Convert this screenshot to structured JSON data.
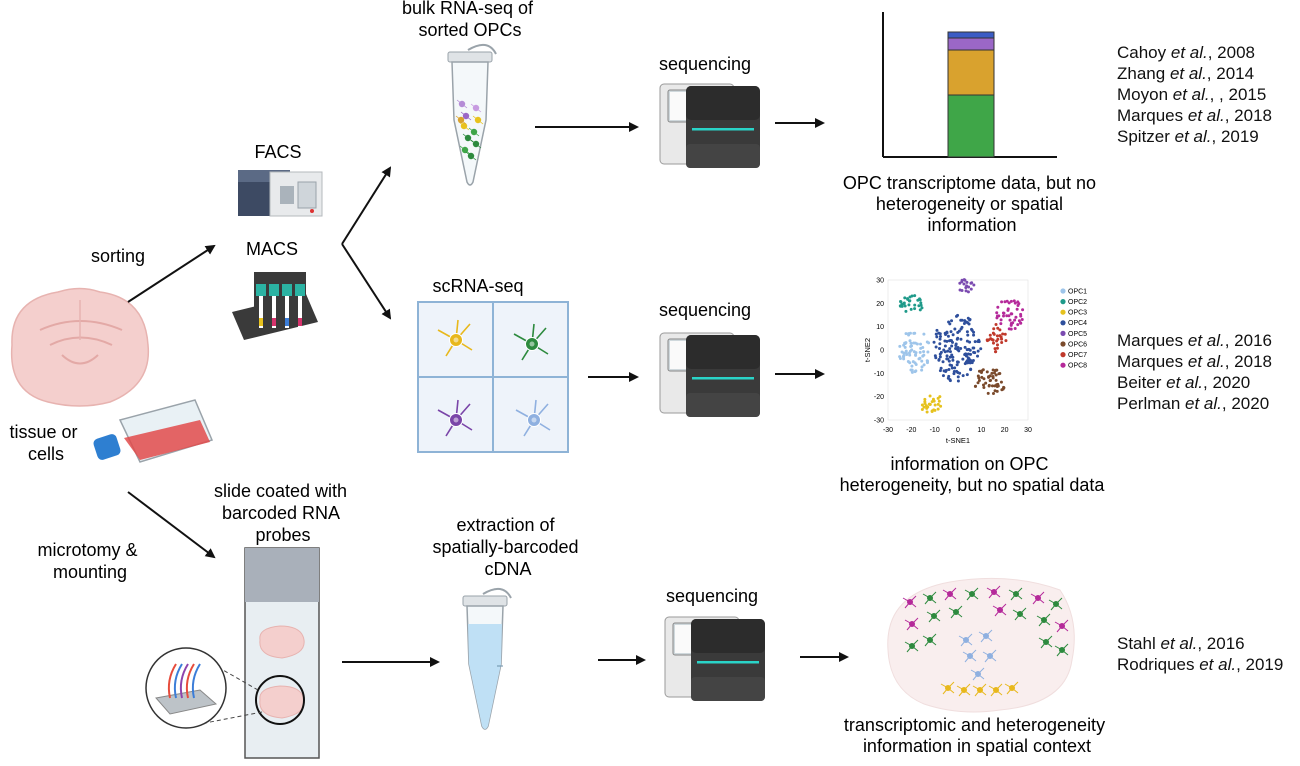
{
  "labels": {
    "sorting": "sorting",
    "tissue": "tissue or\ncells",
    "facs": "FACS",
    "macs": "MACS",
    "microtomy": "microtomy &\nmounting",
    "bulk": "bulk RNA-seq of\nsorted OPCs",
    "scrna": "scRNA-seq",
    "slide": "slide coated with\nbarcoded RNA\nprobes",
    "extraction": "extraction of\nspatially-barcoded\ncDNA",
    "seq1": "sequencing",
    "seq2": "sequencing",
    "seq3": "sequencing",
    "out1": "OPC transcriptome data, but no\nheterogeneity or spatial\ninformation",
    "out2": "information on OPC\nheterogeneity, but no spatial data",
    "out3": "transcriptomic and heterogeneity\ninformation in spatial context"
  },
  "references": {
    "bulk": [
      {
        "author": "Cahoy ",
        "etal": "et al.",
        "rest": ", 2008"
      },
      {
        "author": "Zhang ",
        "etal": "et al.",
        "rest": ", 2014"
      },
      {
        "author": "Moyon ",
        "etal": "et al.",
        "rest": ", , 2015"
      },
      {
        "author": "Marques ",
        "etal": "et al.",
        "rest": ", 2018"
      },
      {
        "author": "Spitzer ",
        "etal": "et al.",
        "rest": ", 2019"
      }
    ],
    "sc": [
      {
        "author": "Marques ",
        "etal": "et al.",
        "rest": ", 2016"
      },
      {
        "author": "Marques ",
        "etal": "et al.",
        "rest": ", 2018"
      },
      {
        "author": "Beiter ",
        "etal": "et al.",
        "rest": ", 2020"
      },
      {
        "author": "Perlman ",
        "etal": "et al.",
        "rest": ", 2020"
      }
    ],
    "spatial": [
      {
        "author": "Stahl ",
        "etal": "et al.",
        "rest": ", 2016"
      },
      {
        "author": "Rodriques ",
        "etal": "et al.",
        "rest": ", 2019"
      }
    ]
  },
  "tsne": {
    "xlabel": "t-SNE1",
    "ylabel": "t-SNE2",
    "xticks": [
      "-30",
      "-20",
      "-10",
      "0",
      "10",
      "20",
      "30"
    ],
    "yticks": [
      "30",
      "20",
      "10",
      "0",
      "-10",
      "-20",
      "-30"
    ],
    "legend": [
      "OPC1",
      "OPC2",
      "OPC3",
      "OPC4",
      "OPC5",
      "OPC6",
      "OPC7",
      "OPC8"
    ],
    "colors": [
      "#9ec5ea",
      "#1f9a8a",
      "#e6c21e",
      "#2e4f9c",
      "#7b4bb0",
      "#7a4a2c",
      "#c0392b",
      "#b5299a"
    ]
  },
  "bar_colors": [
    "#3fa648",
    "#d9a22e",
    "#9b67c7",
    "#3b5cc4"
  ],
  "colors": {
    "cellYellow": "#e8b81c",
    "cellGreen": "#2d8a3e",
    "cellPurple": "#7a45a8",
    "cellBlue": "#8fb0e0",
    "brainPink": "#f2c4c2",
    "liquid": "#bfe0f5"
  }
}
